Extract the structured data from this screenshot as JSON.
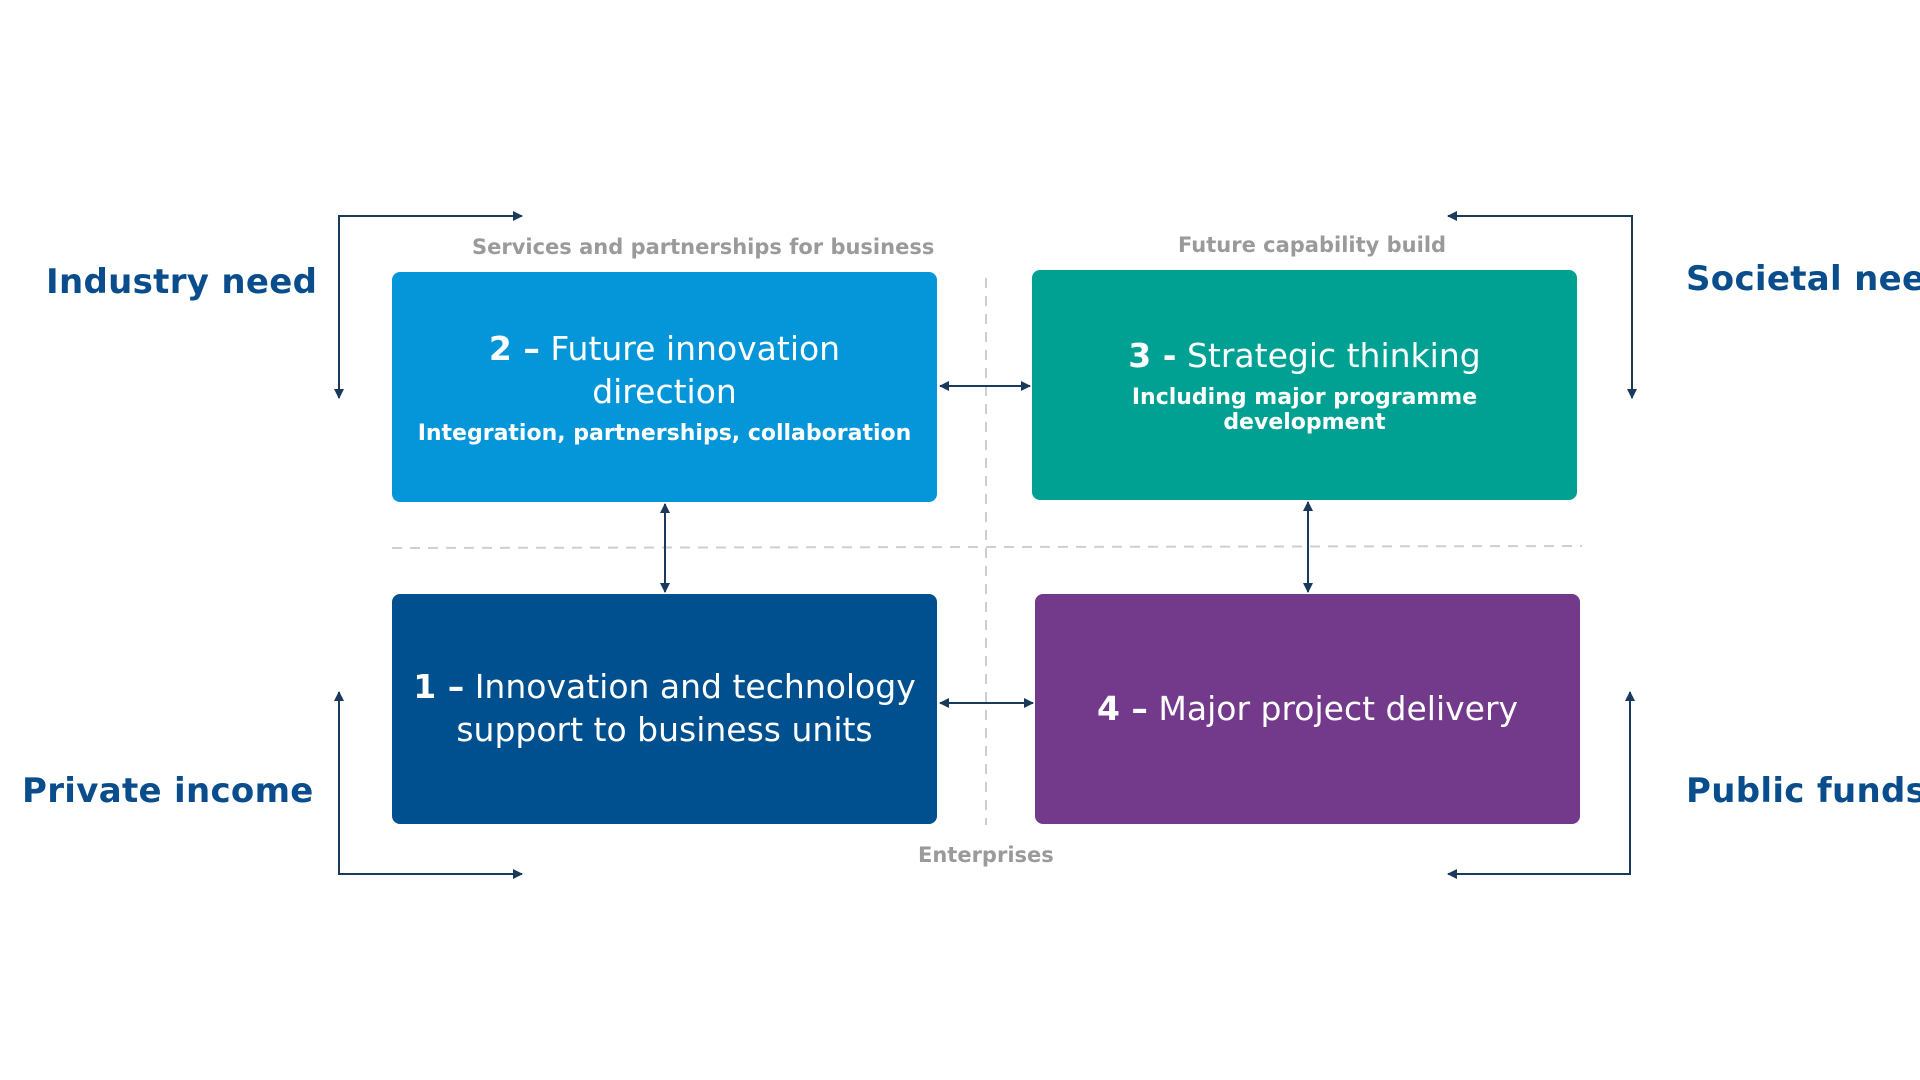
{
  "side_labels": {
    "top_left": "Industry need",
    "top_right": "Societal need",
    "bottom_left": "Private income",
    "bottom_right": "Public funds"
  },
  "captions": {
    "top_left": "Services and partnerships for business",
    "top_right": "Future capability build",
    "bottom": "Enterprises"
  },
  "boxes": {
    "b2": {
      "num": "2 –",
      "title": "Future innovation direction",
      "sub": "Integration, partnerships, collaboration",
      "color": "#0596da"
    },
    "b3": {
      "num": "3 -",
      "title": "Strategic thinking",
      "sub": "Including major programme development",
      "color": "#00a192"
    },
    "b1": {
      "num": "1 –",
      "title": "Innovation and technology",
      "title2": "support to business units",
      "color": "#004f8e"
    },
    "b4": {
      "num": "4 –",
      "title": "Major project delivery",
      "color": "#733a8c"
    }
  },
  "colors": {
    "label": "#0a4d8c",
    "arrow": "#1a3a5c",
    "caption": "#9a9a9a",
    "divider": "#cfcfcf"
  }
}
